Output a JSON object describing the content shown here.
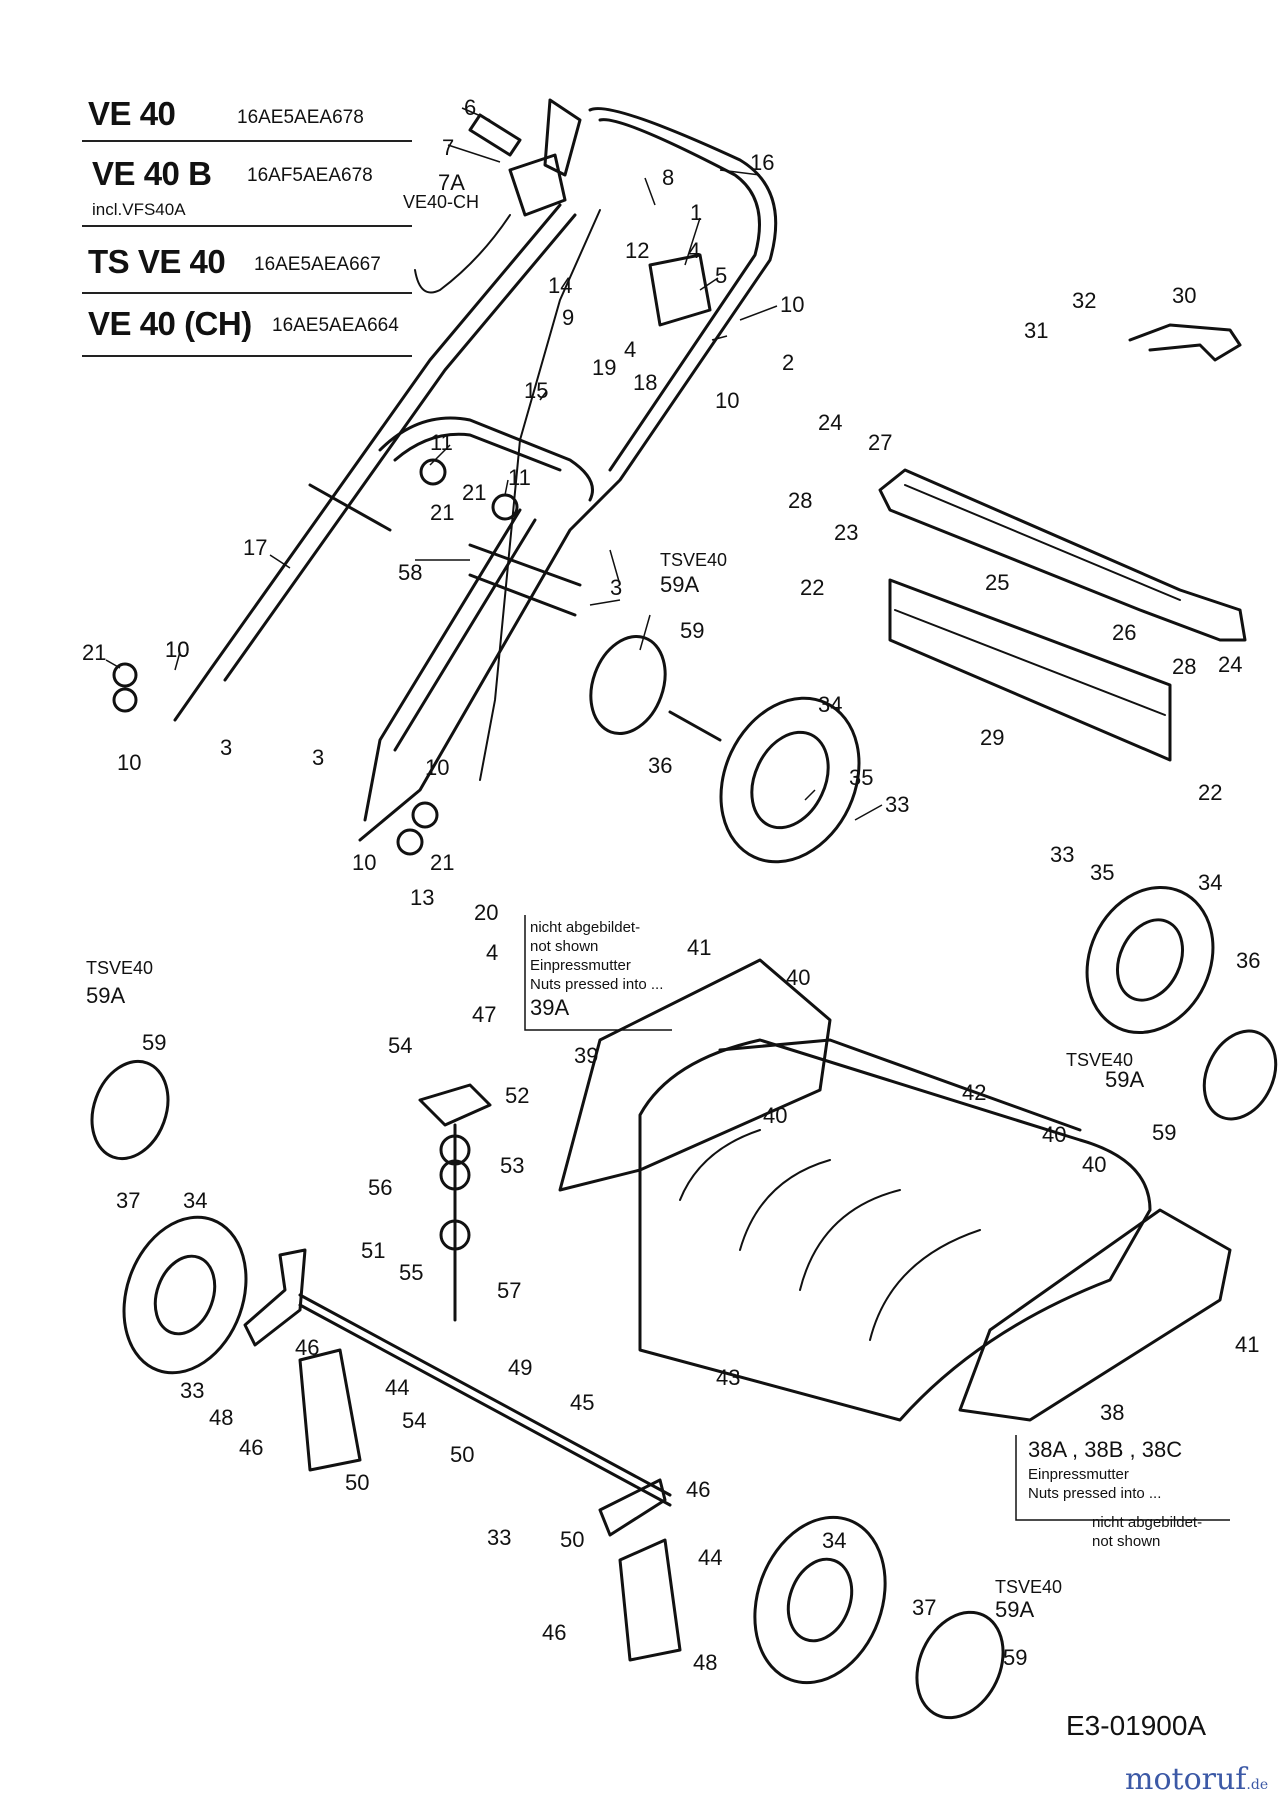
{
  "models": [
    {
      "name": "VE 40",
      "code": "16AE5AEA678",
      "note": ""
    },
    {
      "name": "VE 40 B",
      "code": "16AF5AEA678",
      "note": "incl.VFS40A"
    },
    {
      "name": "TS VE 40",
      "code": "16AE5AEA667",
      "note": ""
    },
    {
      "name": "VE 40 (CH)",
      "code": "16AE5AEA664",
      "note": ""
    }
  ],
  "callouts": {
    "ve40ch": "VE40-CH",
    "tsve40": "TSVE40"
  },
  "notes": {
    "n39a": [
      "nicht abgebildet-",
      "not shown",
      "Einpressmutter",
      "Nuts pressed into ...",
      "39A"
    ],
    "n38": [
      "38A  ,  38B  ,  38C",
      "Einpressmutter",
      "Nuts pressed into ...",
      "nicht abgebildet-",
      "not shown"
    ]
  },
  "part_numbers": [
    "1",
    "2",
    "3",
    "4",
    "5",
    "6",
    "7",
    "7A",
    "8",
    "9",
    "10",
    "11",
    "12",
    "13",
    "14",
    "15",
    "16",
    "17",
    "18",
    "19",
    "20",
    "21",
    "22",
    "23",
    "24",
    "25",
    "26",
    "27",
    "28",
    "29",
    "30",
    "31",
    "32",
    "33",
    "34",
    "35",
    "36",
    "37",
    "38",
    "39",
    "40",
    "41",
    "42",
    "43",
    "44",
    "45",
    "46",
    "47",
    "48",
    "49",
    "50",
    "51",
    "52",
    "53",
    "54",
    "55",
    "56",
    "57",
    "58",
    "59",
    "59A"
  ],
  "drawing_id": "E3-01900A",
  "brand": {
    "name": "motoruf",
    "suffix": ".de",
    "color": "#3c59a6"
  }
}
